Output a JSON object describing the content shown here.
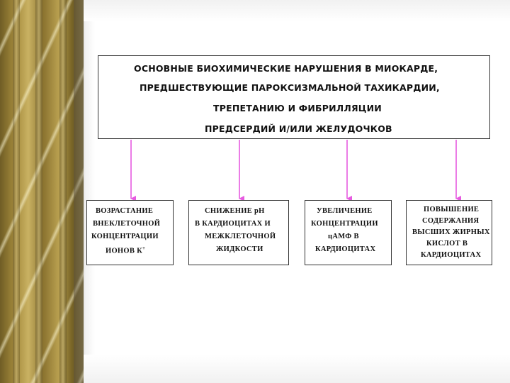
{
  "main_box": {
    "line1": "ОСНОВНЫЕ  БИОХИМИЧЕСКИЕ  НАРУШЕНИЯ   В   МИОКАРДЕ,",
    "line2": "ПРЕДШЕСТВУЮЩИЕ  ПАРОКСИЗМАЛЬНОЙ  ТАХИКАРДИИ,",
    "line3": "ТРЕПЕТАНИЮ  И  ФИБРИЛЛЯЦИИ",
    "line4": "ПРЕДСЕРДИЙ  И/ИЛИ  ЖЕЛУДОЧКОВ"
  },
  "boxes": [
    {
      "lines": [
        "ВОЗРАСТАНИЕ",
        "ВНЕКЛЕТОЧНОЙ",
        "КОНЦЕНТРАЦИИ",
        "ИОНОВ К"
      ],
      "superscript": "+"
    },
    {
      "lines": [
        "СНИЖЕНИЕ   pH",
        "В  КАРДИОЦИТАХ  И",
        "МЕЖКЛЕТОЧНОЙ",
        "ЖИДКОСТИ"
      ]
    },
    {
      "lines": [
        "УВЕЛИЧЕНИЕ",
        "КОНЦЕНТРАЦИИ",
        "цАМФ  В",
        "КАРДИОЦИТАХ"
      ]
    },
    {
      "lines": [
        "ПОВЫШЕНИЕ",
        "СОДЕРЖАНИЯ",
        "ВЫСШИХ ЖИРНЫХ",
        "КИСЛОТ  В",
        "КАРДИОЦИТАХ"
      ]
    }
  ],
  "colors": {
    "arrow": "#e65be0",
    "border": "#333333",
    "gold": "#b89f4f"
  }
}
